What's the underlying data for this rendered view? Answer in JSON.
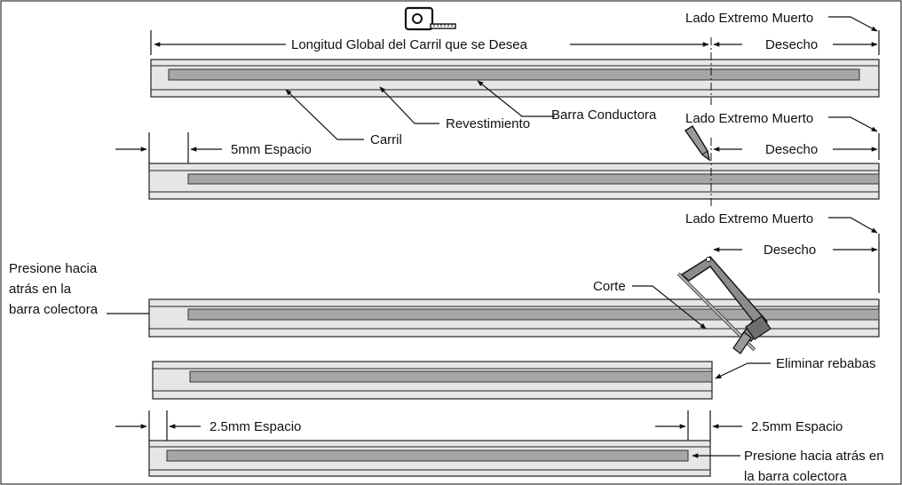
{
  "steps": [
    {
      "dead_end_label": "Lado Extremo Muerto",
      "scrap_label": "Desecho",
      "overall_length_label": "Longitud Global del Carril que se Desea",
      "parts": {
        "conductor_bar": "Barra Conductora",
        "cover": "Revestimiento",
        "rail": "Carril"
      },
      "tool_icon": "tape-measure-icon"
    },
    {
      "dead_end_label": "Lado Extremo Muerto",
      "scrap_label": "Desecho",
      "gap_label": "5mm Espacio",
      "tool_icon": "pencil-icon"
    },
    {
      "dead_end_label": "Lado Extremo Muerto",
      "scrap_label": "Desecho",
      "press_back_label": [
        "Presione hacia",
        "atrás en la",
        "barra colectora"
      ],
      "cut_label": "Corte",
      "tool_icon": "hacksaw-icon"
    },
    {
      "deburr_label": "Eliminar rebabas"
    },
    {
      "gap_left_label": "2.5mm Espacio",
      "gap_right_label": "2.5mm Espacio",
      "press_back_label": [
        "Presione hacia atrás en",
        "la barra colectora"
      ]
    }
  ],
  "colors": {
    "line": "#111111",
    "rail_fill": "#e6e6e6",
    "bar_fill": "#a6a6a6",
    "saw_frame": "#8c8c8c"
  }
}
